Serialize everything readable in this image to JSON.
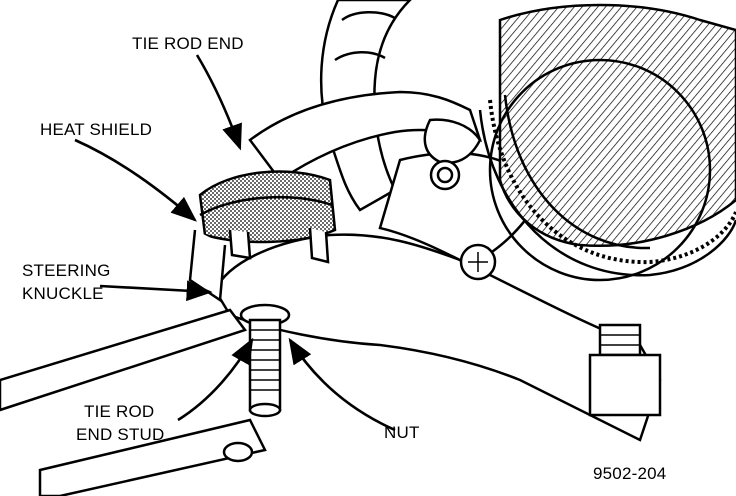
{
  "labels": {
    "tie_rod_end": "TIE ROD END",
    "heat_shield": "HEAT SHIELD",
    "steering_knuckle_line1": "STEERING",
    "steering_knuckle_line2": "KNUCKLE",
    "tie_rod_end_stud_line1": "TIE ROD",
    "tie_rod_end_stud_line2": "END STUD",
    "nut": "NUT"
  },
  "figure_id": "9502-204",
  "colors": {
    "ink": "#000000",
    "paper": "#ffffff",
    "shade": "#8a8a8a"
  }
}
